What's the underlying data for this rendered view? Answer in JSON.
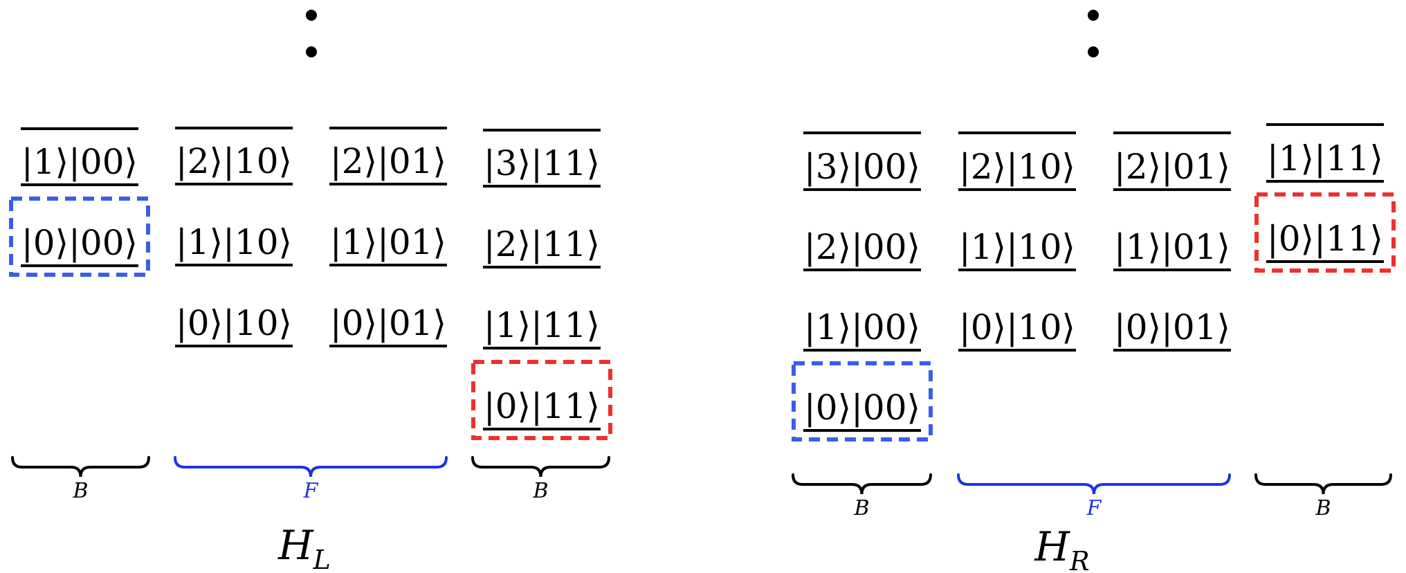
{
  "colors": {
    "ink": "#000000",
    "boundary": "#3a5ee8",
    "fermion": "#1f33e0",
    "boundary_box_blue": "#3a5ee8",
    "boundary_box_red": "#ee3030"
  },
  "continuation": "⋮",
  "panels": [
    {
      "name": "left",
      "title_main": "H",
      "title_sub": "L",
      "columns": [
        {
          "kets": [
            "|0⟩|00⟩",
            "|1⟩|00⟩"
          ],
          "highlight": 0,
          "highlight_color": "blue"
        },
        {
          "kets": [
            "|0⟩|10⟩",
            "|1⟩|10⟩",
            "|2⟩|10⟩"
          ],
          "highlight": null
        },
        {
          "kets": [
            "|0⟩|01⟩",
            "|1⟩|01⟩",
            "|2⟩|01⟩"
          ],
          "highlight": null
        },
        {
          "kets": [
            "|0⟩|11⟩",
            "|1⟩|11⟩",
            "|2⟩|11⟩",
            "|3⟩|11⟩"
          ],
          "highlight": 0,
          "highlight_color": "red"
        }
      ],
      "braces": [
        {
          "label": "B",
          "color": "black"
        },
        {
          "label": "F",
          "color": "blue"
        },
        {
          "label": "B",
          "color": "black"
        }
      ]
    },
    {
      "name": "right",
      "title_main": "H",
      "title_sub": "R",
      "columns": [
        {
          "kets": [
            "|0⟩|00⟩",
            "|1⟩|00⟩",
            "|2⟩|00⟩",
            "|3⟩|00⟩"
          ],
          "highlight": 0,
          "highlight_color": "blue"
        },
        {
          "kets": [
            "|0⟩|10⟩",
            "|1⟩|10⟩",
            "|2⟩|10⟩"
          ],
          "highlight": null
        },
        {
          "kets": [
            "|0⟩|01⟩",
            "|1⟩|01⟩",
            "|2⟩|01⟩"
          ],
          "highlight": null
        },
        {
          "kets": [
            "|0⟩|11⟩",
            "|1⟩|11⟩"
          ],
          "highlight": 0,
          "highlight_color": "red"
        }
      ],
      "braces": [
        {
          "label": "B",
          "color": "black"
        },
        {
          "label": "F",
          "color": "blue"
        },
        {
          "label": "B",
          "color": "black"
        }
      ]
    }
  ]
}
